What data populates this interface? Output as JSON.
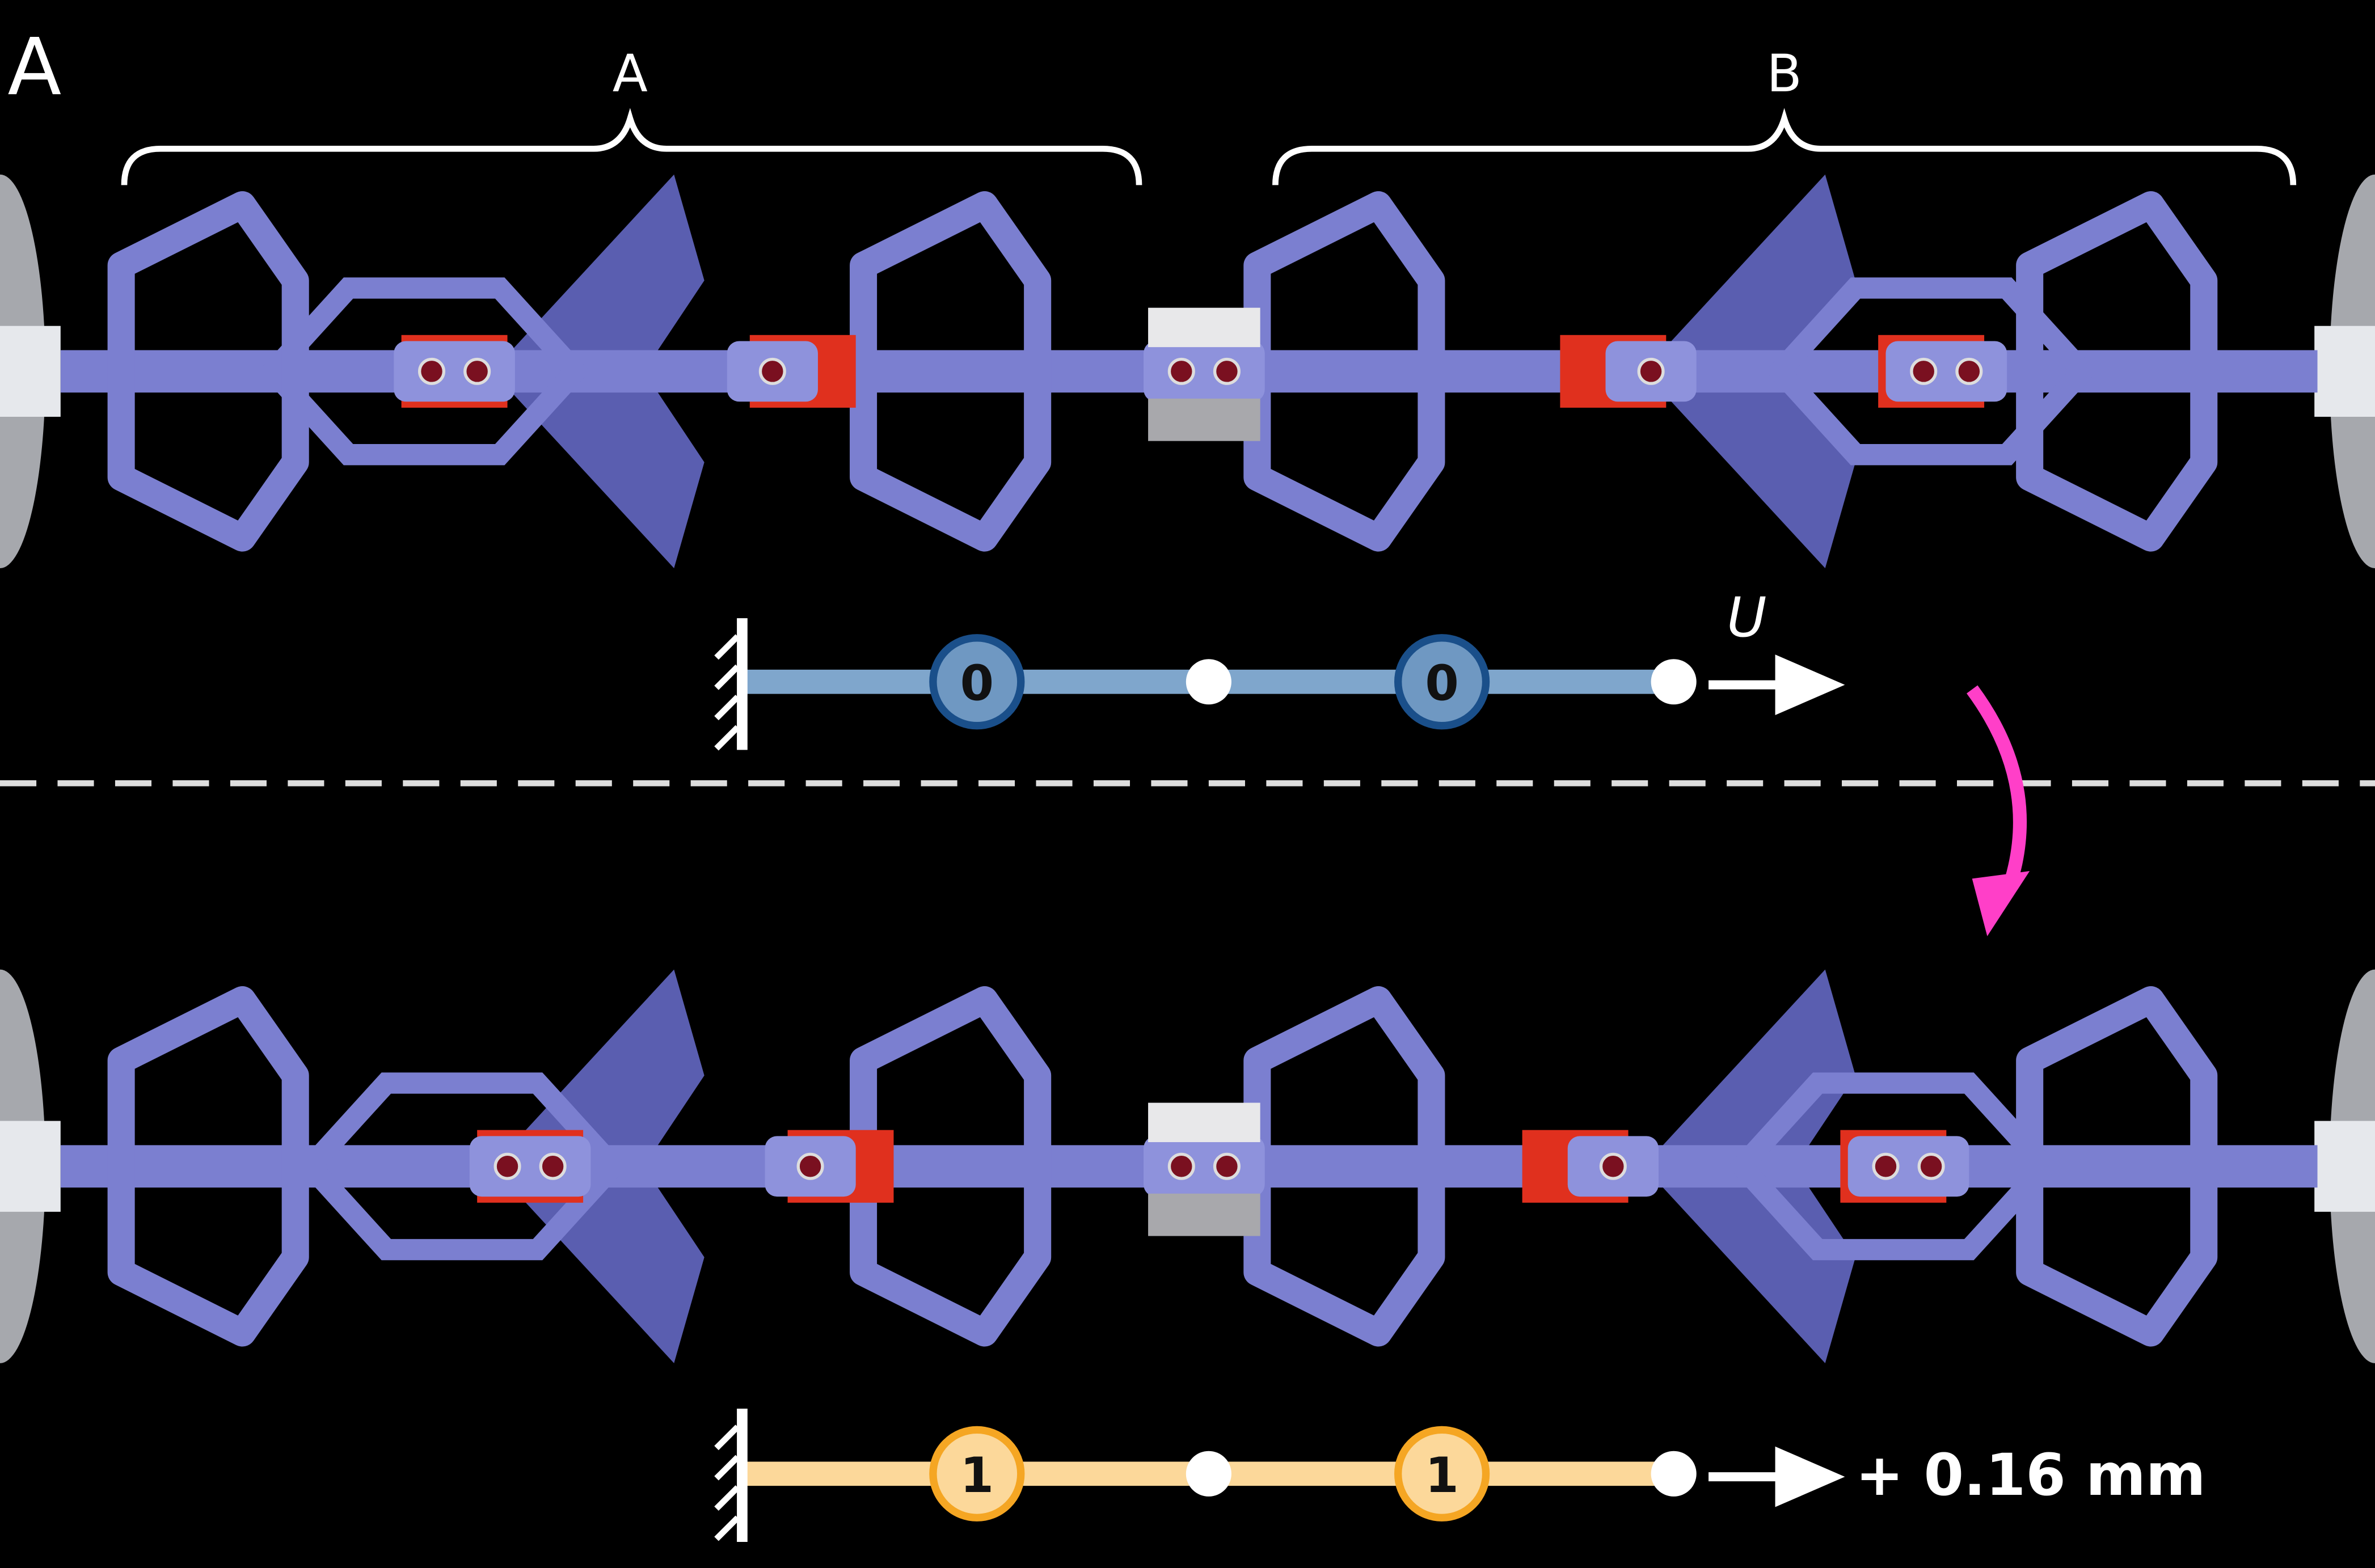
{
  "panel_label": "A",
  "braces": [
    {
      "label": "A"
    },
    {
      "label": "B"
    }
  ],
  "top_state": {
    "bits": [
      "0",
      "0"
    ],
    "arrow_label": "U",
    "line_color": "#7fa6cc",
    "ring_color": "#1a4f8a",
    "fill_color": "#6f98c2"
  },
  "bottom_state": {
    "bits": [
      "1",
      "1"
    ],
    "displacement_label": "+ 0.16 mm",
    "line_color": "#fcd89a",
    "ring_color": "#f5a623",
    "fill_color": "#fcd89a"
  },
  "colors": {
    "material": "#7b7fd0",
    "material_dark": "#5a5eb0",
    "lock": "#e0301e",
    "transition_arrow": "#ff3fc8"
  }
}
